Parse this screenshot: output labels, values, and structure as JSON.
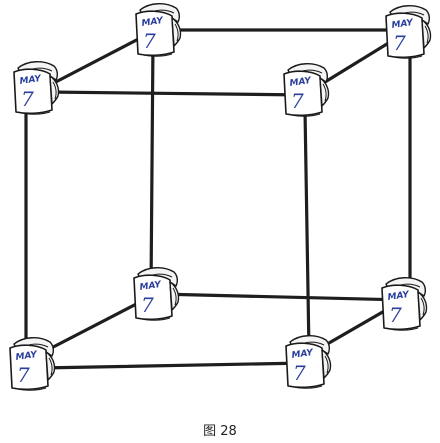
{
  "calendar": {
    "month": "MAY",
    "day": "7",
    "ink_color": "#2a3f9c"
  },
  "caption": "图 28"
}
